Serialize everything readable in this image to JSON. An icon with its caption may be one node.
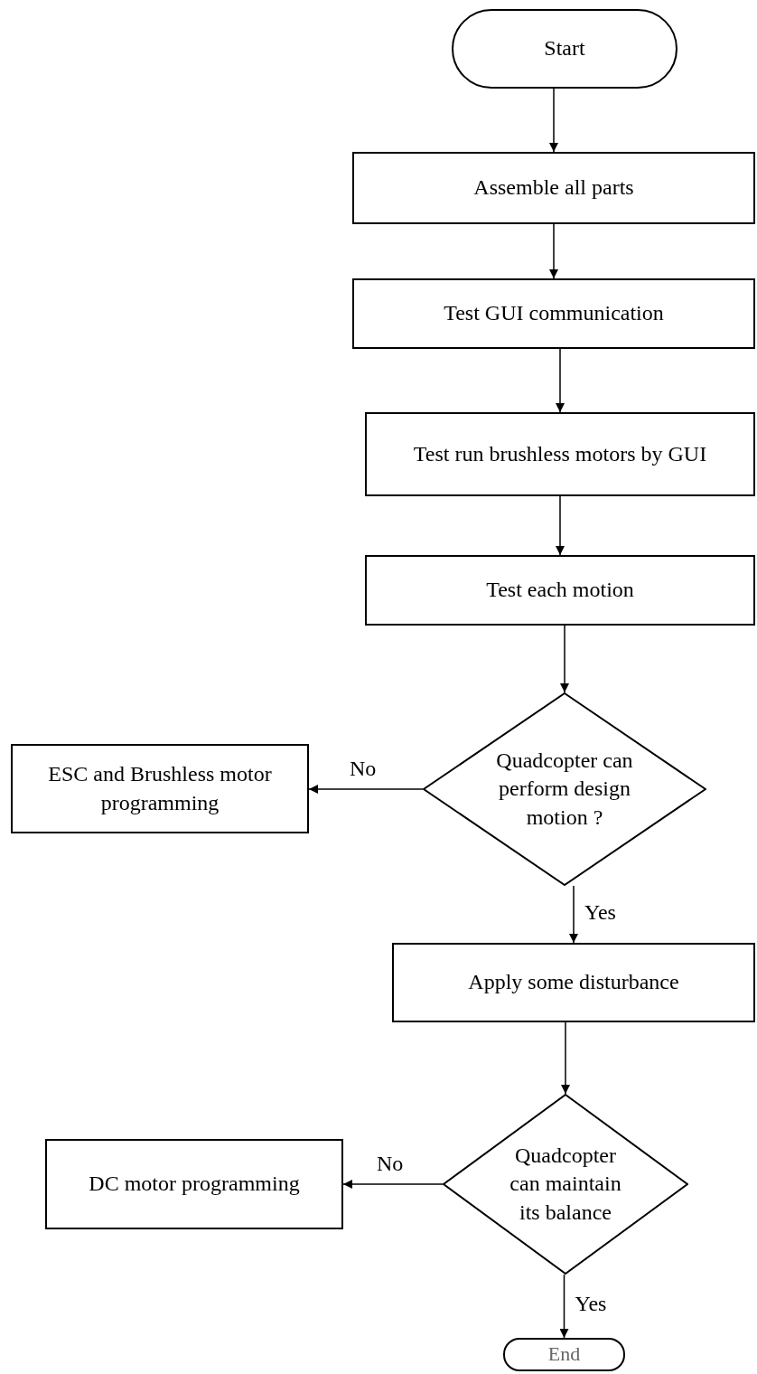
{
  "diagram": {
    "nodes": [
      {
        "text": [
          "Start"
        ]
      },
      {
        "text": [
          "Assemble all parts"
        ]
      },
      {
        "text": [
          "Test GUI communication"
        ]
      },
      {
        "text": [
          "Test run brushless motors by GUI"
        ]
      },
      {
        "text": [
          "Test each motion"
        ]
      },
      {
        "text": [
          "Quadcopter can perform design motion ?"
        ]
      },
      {
        "text": [
          "ESC and Brushless motor programming"
        ]
      },
      {
        "text": [
          "Apply some disturbance"
        ]
      },
      {
        "text": [
          "Quadcopter can maintain its balance"
        ]
      },
      {
        "text": [
          "DC motor programming"
        ]
      },
      {
        "text": [
          "End"
        ]
      }
    ],
    "edges": [
      {
        "from": 0,
        "to": 1,
        "arrow": "to"
      },
      {
        "from": 1,
        "to": 2,
        "arrow": "to"
      },
      {
        "from": 2,
        "to": 3,
        "arrow": "to"
      },
      {
        "from": 3,
        "to": 4,
        "arrow": "to"
      },
      {
        "from": 4,
        "to": 5,
        "arrow": "to"
      },
      {
        "from": 5,
        "to": 6,
        "label": "No",
        "arrow": "to"
      },
      {
        "from": 5,
        "to": 7,
        "label": "Yes",
        "arrow": "to"
      },
      {
        "from": 7,
        "to": 8,
        "arrow": "to"
      },
      {
        "from": 8,
        "to": 9,
        "label": "No",
        "arrow": "to"
      },
      {
        "from": 8,
        "to": 10,
        "label": "Yes",
        "arrow": "to"
      }
    ]
  }
}
